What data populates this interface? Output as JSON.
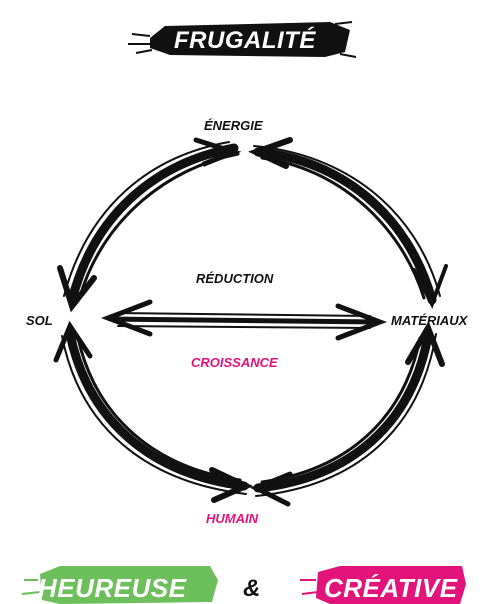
{
  "title": "FRUGALITÉ",
  "nodes": {
    "top": "ÉNERGIE",
    "left": "SOL",
    "right": "MATÉRIAUX",
    "bottom": "HUMAIN"
  },
  "center": {
    "upper": "RÉDUCTION",
    "lower": "CROISSANCE"
  },
  "footer": {
    "left": "HEUREUSE",
    "connector": "&",
    "right": "CRÉATIVE"
  },
  "colors": {
    "ink": "#111111",
    "accent_pink": "#e2137a",
    "accent_green": "#6cbf5a"
  }
}
